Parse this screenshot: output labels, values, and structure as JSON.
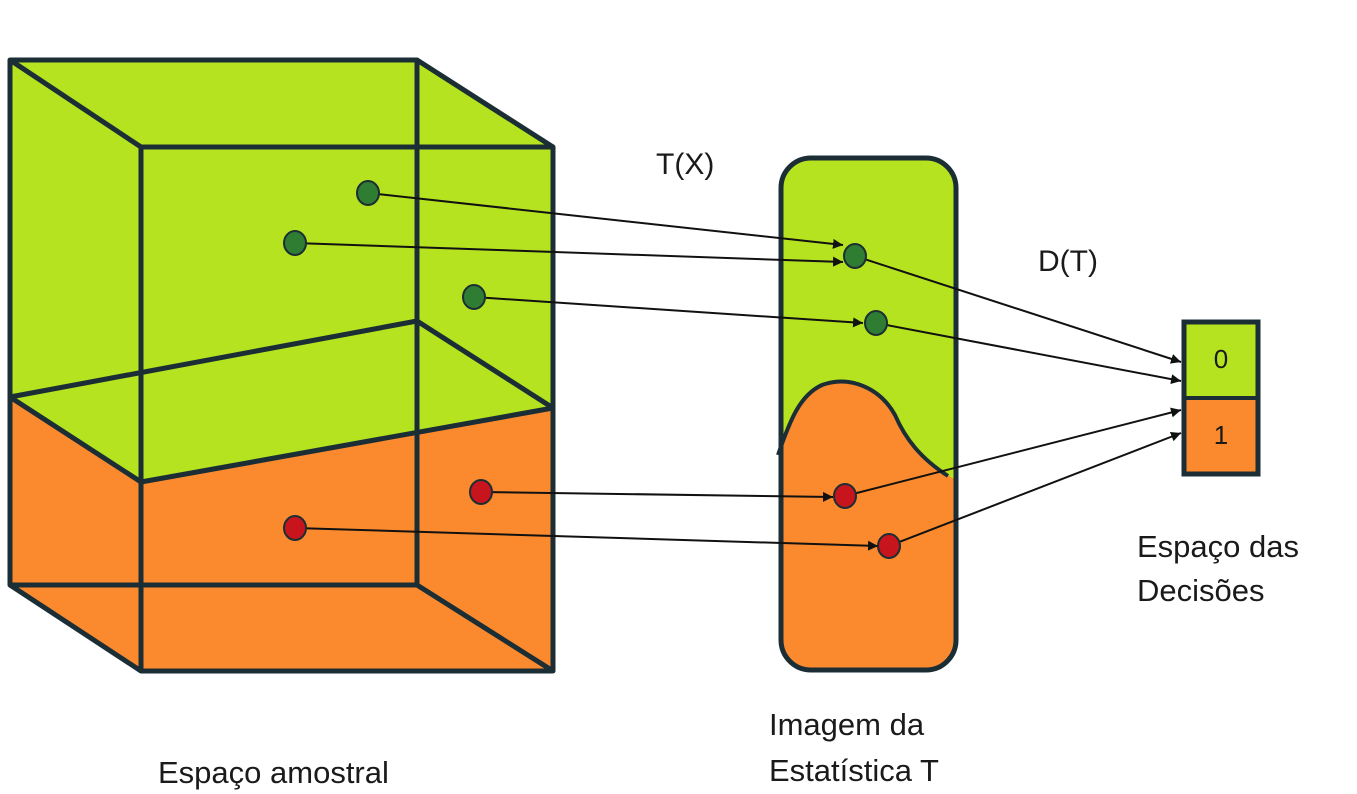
{
  "labels": {
    "transform": "T(X)",
    "decision_fn": "D(T)",
    "sample_space": "Espaço amostral",
    "image_line1": "Imagem da",
    "image_line2": "Estatística T",
    "decision_line1": "Espaço das",
    "decision_line2": "Decisões"
  },
  "decisions": [
    "0",
    "1"
  ],
  "colors": {
    "accept_region": "#b5e31f",
    "reject_region": "#fb8a2e",
    "outline": "#1b2e35",
    "accept_point": "#2e7d32",
    "reject_point": "#c8141c",
    "arrow": "#111111"
  }
}
